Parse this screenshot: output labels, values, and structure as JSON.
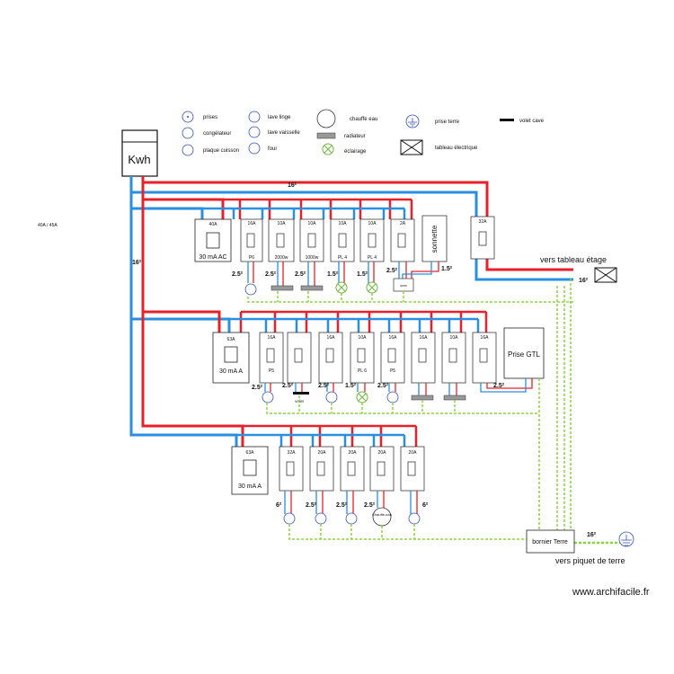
{
  "legend": {
    "prises": "prises",
    "congelateur": "congélateur",
    "plaque": "plaque cuisson",
    "lave_linge": "lave linge",
    "lave_vaisselle": "lave vaisselle",
    "four": "four",
    "chauffe_eau": "chauffe eau",
    "radiateur": "radiateur",
    "eclairage": "éclairage",
    "prise_terre": "prise terre",
    "tableau": "tableau électrique",
    "volet": "volet cave"
  },
  "meter": "Kwh",
  "note_left": "40A / 45A",
  "sections": {
    "feed_top": "16²",
    "feed_left": "16²",
    "row1": {
      "main": {
        "rating": "40A",
        "type": "30 mA AC"
      },
      "breakers": [
        {
          "rating": "16A",
          "label": "P6"
        },
        {
          "rating": "10A",
          "label": "2000w"
        },
        {
          "rating": "10A",
          "label": "1000w"
        },
        {
          "rating": "10A",
          "label": "PL 4"
        },
        {
          "rating": "10A",
          "label": "PL 4"
        },
        {
          "rating": "2A",
          "label": ""
        }
      ],
      "sonnette": "sonnette",
      "etage_breaker": "32A",
      "sections": [
        "2.5²",
        "2.5²",
        "2.5²",
        "1.5²",
        "1.5²",
        "2.5²",
        "1.5²"
      ],
      "ring": "sonn"
    },
    "row2": {
      "main": {
        "rating": "63A",
        "type": "30 mA A"
      },
      "breakers": [
        {
          "rating": "16A",
          "label": "P5"
        },
        {
          "rating": "",
          "label": ""
        },
        {
          "rating": "16A",
          "label": ""
        },
        {
          "rating": "10A",
          "label": "PL 6"
        },
        {
          "rating": "16A",
          "label": "P5"
        },
        {
          "rating": "16A",
          "label": ""
        },
        {
          "rating": "10A",
          "label": ""
        },
        {
          "rating": "16A",
          "label": ""
        }
      ],
      "gtl": "Prise GTL",
      "sections": [
        "2.5²",
        "2.5²",
        "2.5²",
        "1.5²",
        "2.5²",
        "2.5²"
      ],
      "volet": "volet"
    },
    "row3": {
      "main": {
        "rating": "63A",
        "type": "30 mA A"
      },
      "breakers": [
        {
          "rating": "32A"
        },
        {
          "rating": "20A"
        },
        {
          "rating": "20A"
        },
        {
          "rating": "20A"
        },
        {
          "rating": "20A"
        }
      ],
      "sections": [
        "6²",
        "2.5²",
        "2.5²",
        "2.5²",
        "6²"
      ],
      "chauffe": "Chauffe-eau"
    },
    "vers_etage": "vers tableau étage",
    "etage_section": "16²",
    "bornier": "bornier Terre",
    "terre_section": "16²",
    "piquet": "vers piquet de terre"
  },
  "watermark": "www.archifacile.fr",
  "colors": {
    "phase": "#e8202a",
    "neutral": "#2a8fe0",
    "earth": "#8ad63a"
  }
}
